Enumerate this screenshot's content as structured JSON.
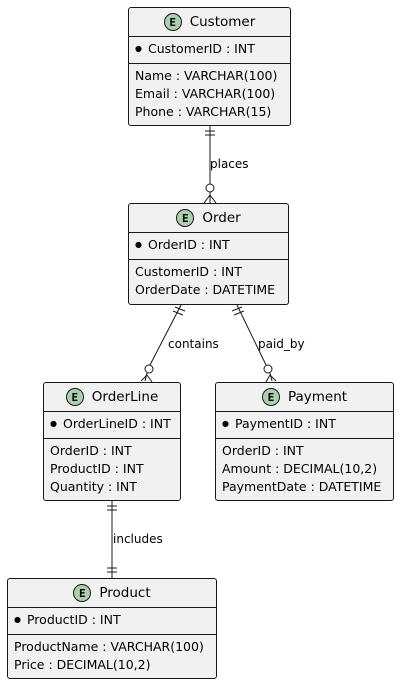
{
  "entities": {
    "customer": {
      "badge": "E",
      "title": "Customer",
      "keys": [
        "CustomerID : INT"
      ],
      "fields": [
        "Name : VARCHAR(100)",
        "Email : VARCHAR(100)",
        "Phone : VARCHAR(15)"
      ]
    },
    "order": {
      "badge": "E",
      "title": "Order",
      "keys": [
        "OrderID : INT"
      ],
      "fields": [
        "CustomerID : INT",
        "OrderDate : DATETIME"
      ]
    },
    "orderline": {
      "badge": "E",
      "title": "OrderLine",
      "keys": [
        "OrderLineID : INT"
      ],
      "fields": [
        "OrderID : INT",
        "ProductID : INT",
        "Quantity : INT"
      ]
    },
    "payment": {
      "badge": "E",
      "title": "Payment",
      "keys": [
        "PaymentID : INT"
      ],
      "fields": [
        "OrderID : INT",
        "Amount : DECIMAL(10,2)",
        "PaymentDate : DATETIME"
      ]
    },
    "product": {
      "badge": "E",
      "title": "Product",
      "keys": [
        "ProductID : INT"
      ],
      "fields": [
        "ProductName : VARCHAR(100)",
        "Price : DECIMAL(10,2)"
      ]
    }
  },
  "relations": {
    "places": "places",
    "contains": "contains",
    "paid_by": "paid_by",
    "includes": "includes"
  },
  "colors": {
    "entity_fill": "#f1f1f1",
    "badge_fill": "#adcfad",
    "stroke": "#181818"
  }
}
